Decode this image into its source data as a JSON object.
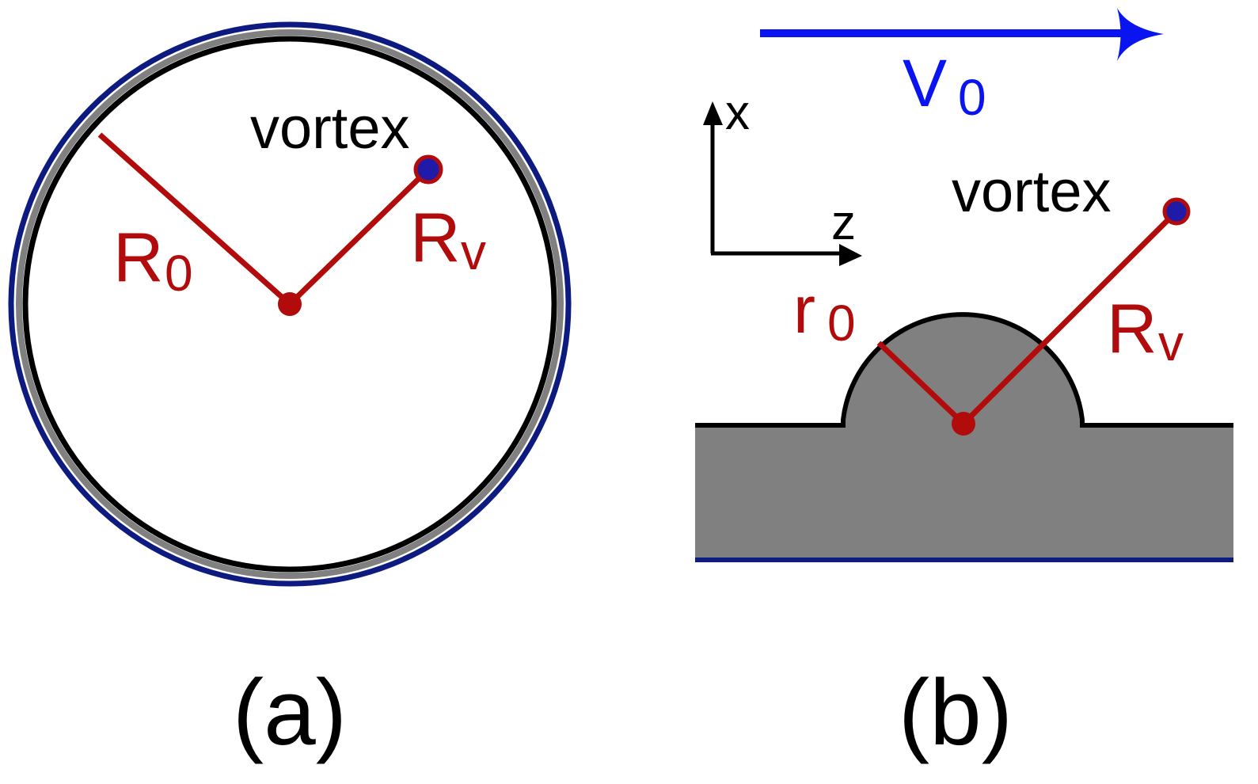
{
  "colors": {
    "outer_ring": "#0d1a80",
    "gray": "#808080",
    "black": "#000000",
    "red": "#b20b0b",
    "vortex_core": "#1f1aa8",
    "velocity": "#0a14f0"
  },
  "panel_a": {
    "caption": "(a)",
    "vortex_label": "vortex",
    "radius_label_main": "R",
    "radius_label_sub": "0",
    "vortex_radius_label_main": "R",
    "vortex_radius_label_sub": "v"
  },
  "panel_b": {
    "caption": "(b)",
    "vortex_label": "vortex",
    "velocity_label_main": "V",
    "velocity_label_sub": "0",
    "axis_x_label": "x",
    "axis_z_label": "z",
    "bump_radius_label_main": "r",
    "bump_radius_label_sub": "0",
    "vortex_radius_label_main": "R",
    "vortex_radius_label_sub": "v"
  }
}
